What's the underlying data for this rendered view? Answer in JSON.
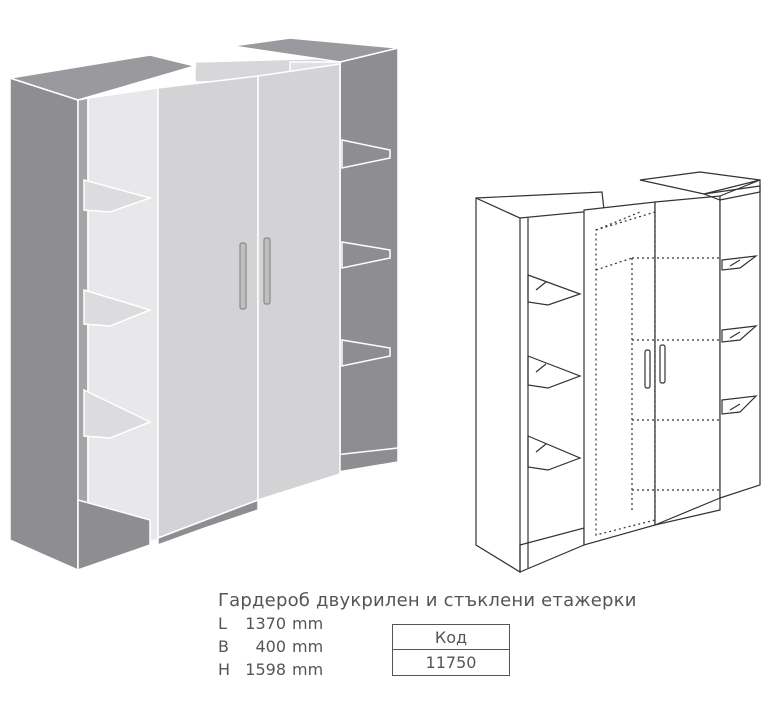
{
  "product": {
    "title": "Гардероб двукрилен и стъклени етажерки",
    "dimensions": [
      {
        "label": "L",
        "value": "1370",
        "unit": "mm"
      },
      {
        "label": "B",
        "value": "400",
        "unit": "mm"
      },
      {
        "label": "H",
        "value": "1598",
        "unit": "mm"
      }
    ],
    "code_header": "Код",
    "code_value": "11750"
  },
  "colors": {
    "frame_dark": "#8e8e92",
    "frame_top": "#9a9a9e",
    "door_light": "#d3d3d5",
    "shelf_interior": "#e4e4e6",
    "line": "#333333"
  }
}
